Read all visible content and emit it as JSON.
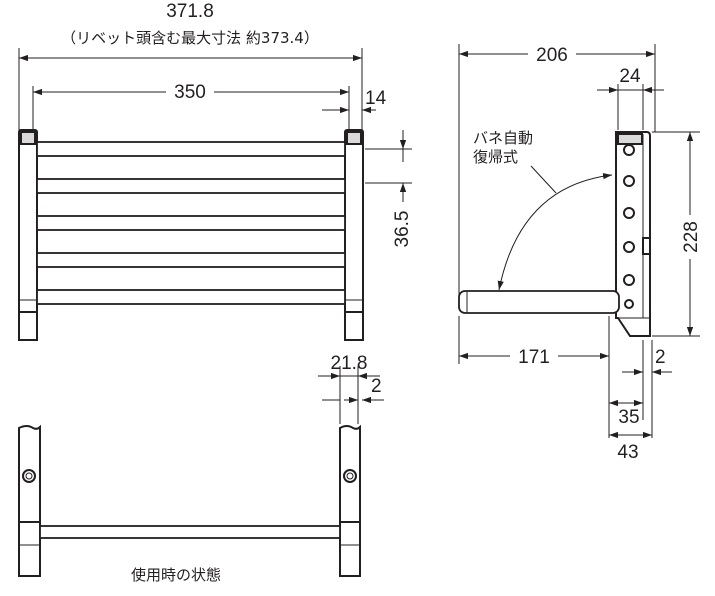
{
  "front_view": {
    "overall_width": "371.8",
    "overall_width_note": "（リベット頭含む最大寸法 約373.4）",
    "inner_width": "350",
    "post_thickness": "14",
    "bar_pitch": "36.5"
  },
  "side_view": {
    "depth": "206",
    "top_width": "24",
    "label_line1": "バネ自動",
    "label_line2": "復帰式",
    "height": "228",
    "arm_length": "171",
    "gap": "2",
    "base_35": "35",
    "base_43": "43"
  },
  "usage_view": {
    "post_width": "21.8",
    "gap": "2",
    "caption": "使用時の状態"
  }
}
